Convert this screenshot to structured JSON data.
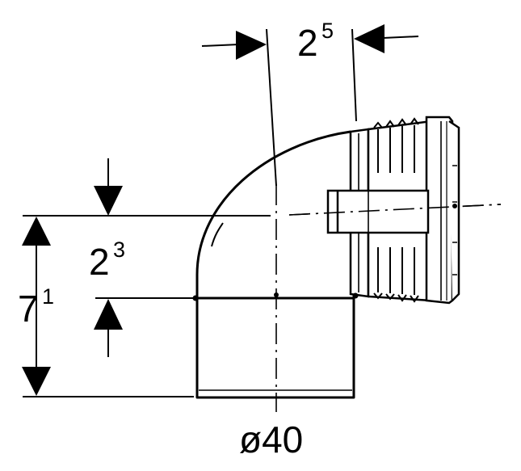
{
  "dimensions": {
    "top_offset": {
      "base": "2",
      "sup": "5"
    },
    "left_offset": {
      "base": "2",
      "sup": "3"
    },
    "total_height": {
      "base": "7",
      "sup": "1"
    },
    "diameter": "ø40"
  }
}
